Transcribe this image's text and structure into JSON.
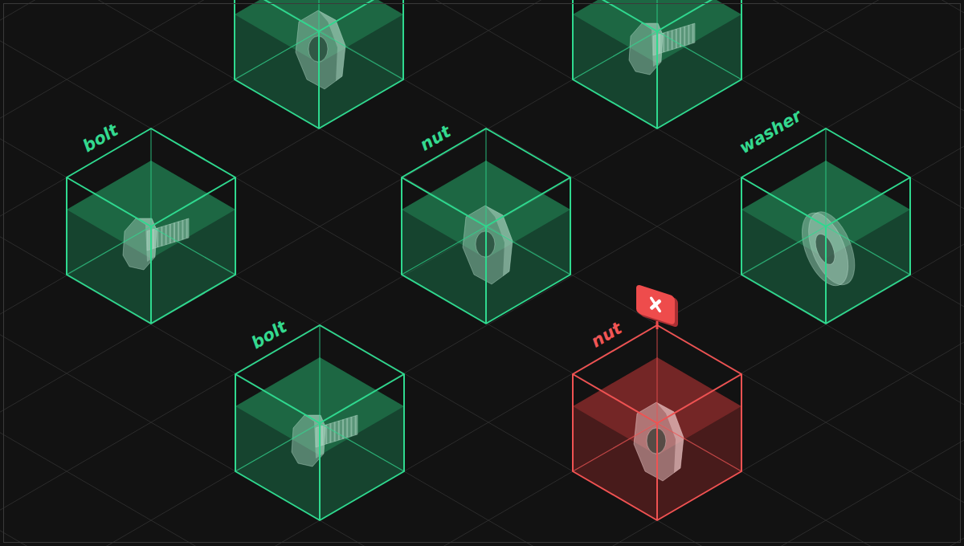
{
  "diagram": {
    "nodes": [
      {
        "text": [
          "bolt"
        ]
      },
      {
        "text": [
          "nut"
        ]
      },
      {
        "text": [
          "washer"
        ]
      },
      {
        "text": [
          "bolt"
        ]
      },
      {
        "text": [
          "nut"
        ]
      }
    ]
  }
}
